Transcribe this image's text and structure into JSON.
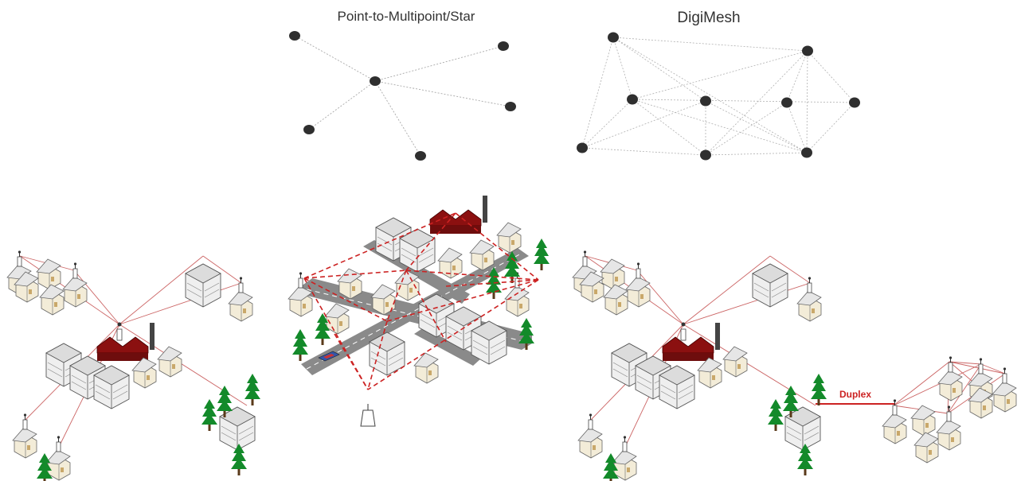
{
  "titles": {
    "star": "Point-to-Multipoint/Star",
    "mesh": "DigiMesh"
  },
  "duplex_label": "Duplex",
  "colors": {
    "node": "#2f2f2f",
    "link": "#9a9a9a",
    "red_link": "#cc2222",
    "house_wall": "#f3ecd8",
    "house_roof": "#d9d9d9",
    "factory_roof": "#8b1010",
    "tree": "#138a2a",
    "road": "#7a7a7a"
  }
}
